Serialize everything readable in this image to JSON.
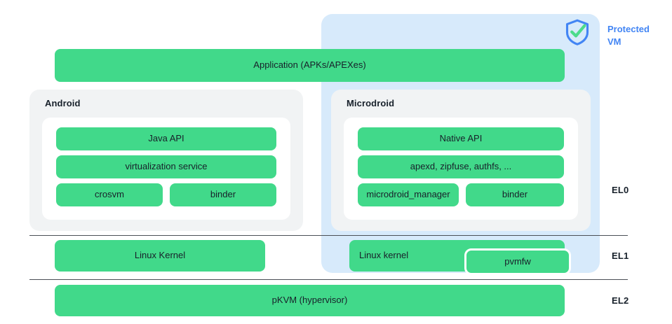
{
  "diagram": {
    "title": "Android Virtualization / pKVM protected VM stack",
    "colors": {
      "green_block": "#41D98A",
      "vm_region": "#D7EAFB",
      "group_panel": "#F1F3F4",
      "inner_panel": "#FFFFFF",
      "accent_blue": "#4285F4",
      "rule": "#4A4F56",
      "text": "#17202A"
    }
  },
  "protected_vm": {
    "caption_line1": "Protected",
    "caption_line2": "VM",
    "icon": "shield-check-icon"
  },
  "application_bar": {
    "label": "Application (APKs/APEXes)"
  },
  "android_panel": {
    "title": "Android",
    "rows": [
      {
        "label": "Java API"
      },
      {
        "label": "virtualization service"
      }
    ],
    "split_row": [
      {
        "label": "crosvm"
      },
      {
        "label": "binder"
      }
    ]
  },
  "microdroid_panel": {
    "title": "Microdroid",
    "rows": [
      {
        "label": "Native API"
      },
      {
        "label": "apexd, zipfuse, authfs, ..."
      }
    ],
    "split_row": [
      {
        "label": "microdroid_manager"
      },
      {
        "label": "binder"
      }
    ]
  },
  "kernel_row": {
    "host_kernel": "Linux Kernel",
    "guest_kernel": "Linux kernel",
    "pvmfw": "pvmfw"
  },
  "hypervisor_row": {
    "label": "pKVM (hypervisor)"
  },
  "exception_levels": [
    {
      "label": "EL0"
    },
    {
      "label": "EL1"
    },
    {
      "label": "EL2"
    }
  ]
}
